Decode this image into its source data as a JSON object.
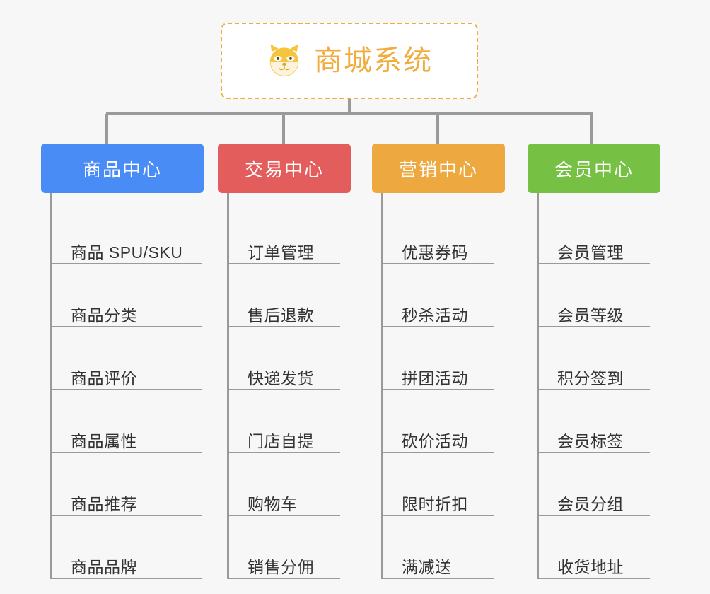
{
  "diagram": {
    "type": "mind-map-tree",
    "background_color": "#f7f7f7",
    "connector_color": "#9a9a9a",
    "root": {
      "title": "商城系统",
      "icon": "shiba-dog-face-icon",
      "text_color": "#f0ad3e",
      "border_color": "#f0ad3e",
      "background_color": "#ffffff"
    },
    "branches": [
      {
        "label": "商品中心",
        "color": "#4a8cf5",
        "items": [
          "商品 SPU/SKU",
          "商品分类",
          "商品评价",
          "商品属性",
          "商品推荐",
          "商品品牌"
        ]
      },
      {
        "label": "交易中心",
        "color": "#e45d5d",
        "items": [
          "订单管理",
          "售后退款",
          "快递发货",
          "门店自提",
          "购物车",
          "销售分佣"
        ]
      },
      {
        "label": "营销中心",
        "color": "#eda93f",
        "items": [
          "优惠券码",
          "秒杀活动",
          "拼团活动",
          "砍价活动",
          "限时折扣",
          "满减送"
        ]
      },
      {
        "label": "会员中心",
        "color": "#76c044",
        "items": [
          "会员管理",
          "会员等级",
          "积分签到",
          "会员标签",
          "会员分组",
          "收货地址"
        ]
      }
    ]
  }
}
